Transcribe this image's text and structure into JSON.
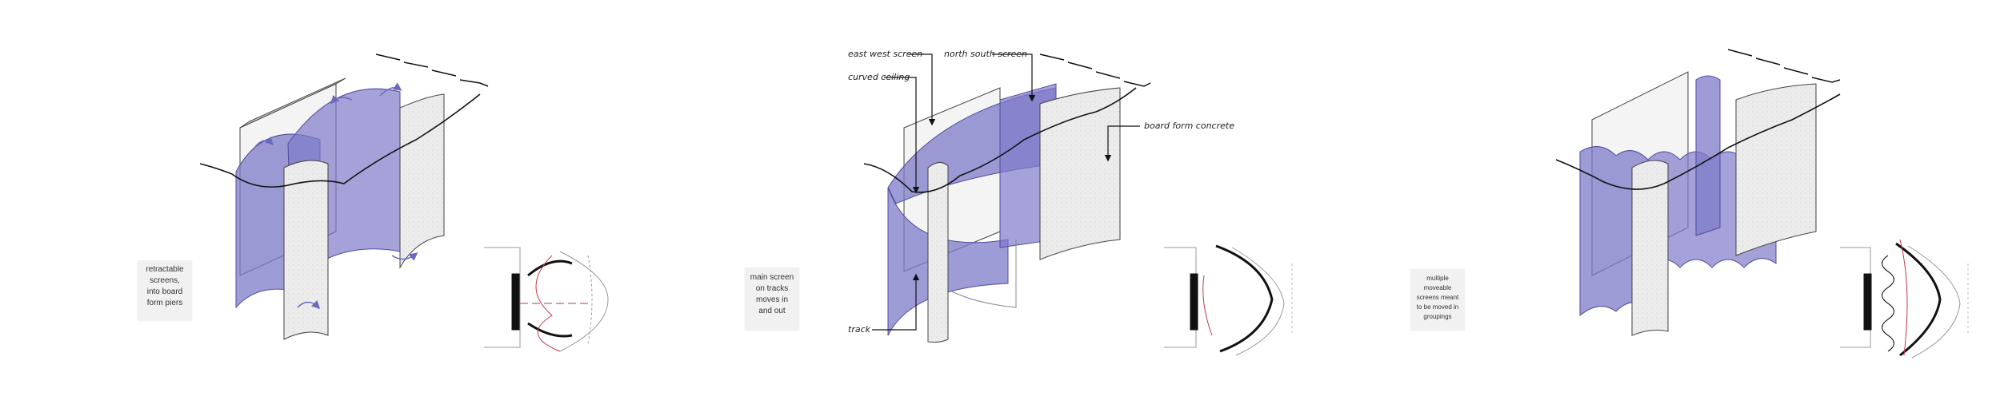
{
  "panels": [
    {
      "note_lines": [
        "retractable",
        "screens,",
        "into board",
        "form piers"
      ]
    },
    {
      "note_lines": [
        "main screen",
        "on tracks",
        "moves in",
        "and out"
      ],
      "labels": {
        "east_west": "east west screen",
        "north_south": "north south screen",
        "curved_ceiling": "curved ceiling",
        "board_form": "board form concrete",
        "track": "track"
      }
    },
    {
      "note_lines": [
        "multiple",
        "moveable",
        "screens meant",
        "to be moved in",
        "groupings"
      ]
    }
  ],
  "colors": {
    "screen": "#7d7bc9",
    "concrete": "#ececec",
    "ink": "#111111",
    "plan_red": "#c0394b"
  }
}
